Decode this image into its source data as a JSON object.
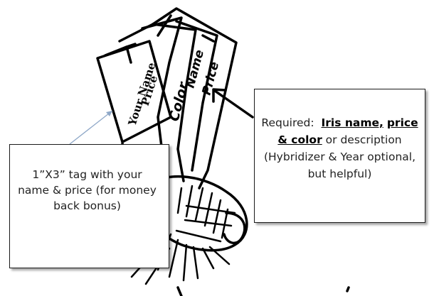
{
  "tag": {
    "line1": "Your Name",
    "line2": "Price"
  },
  "stick_labels": {
    "color": "Color",
    "name": "Name",
    "price": "Price"
  },
  "callout_tag": {
    "text": "1”X3” tag with your name & price (for money back bonus)"
  },
  "callout_required": {
    "prefix": "Required:",
    "bold1": "Iris name,",
    "bold2": "price & color",
    "rest": "or description (Hybridizer & Year optional, but helpful)"
  },
  "colors": {
    "ink": "#000000",
    "arrow_blue": "#8fa8c8",
    "text": "#222222"
  }
}
